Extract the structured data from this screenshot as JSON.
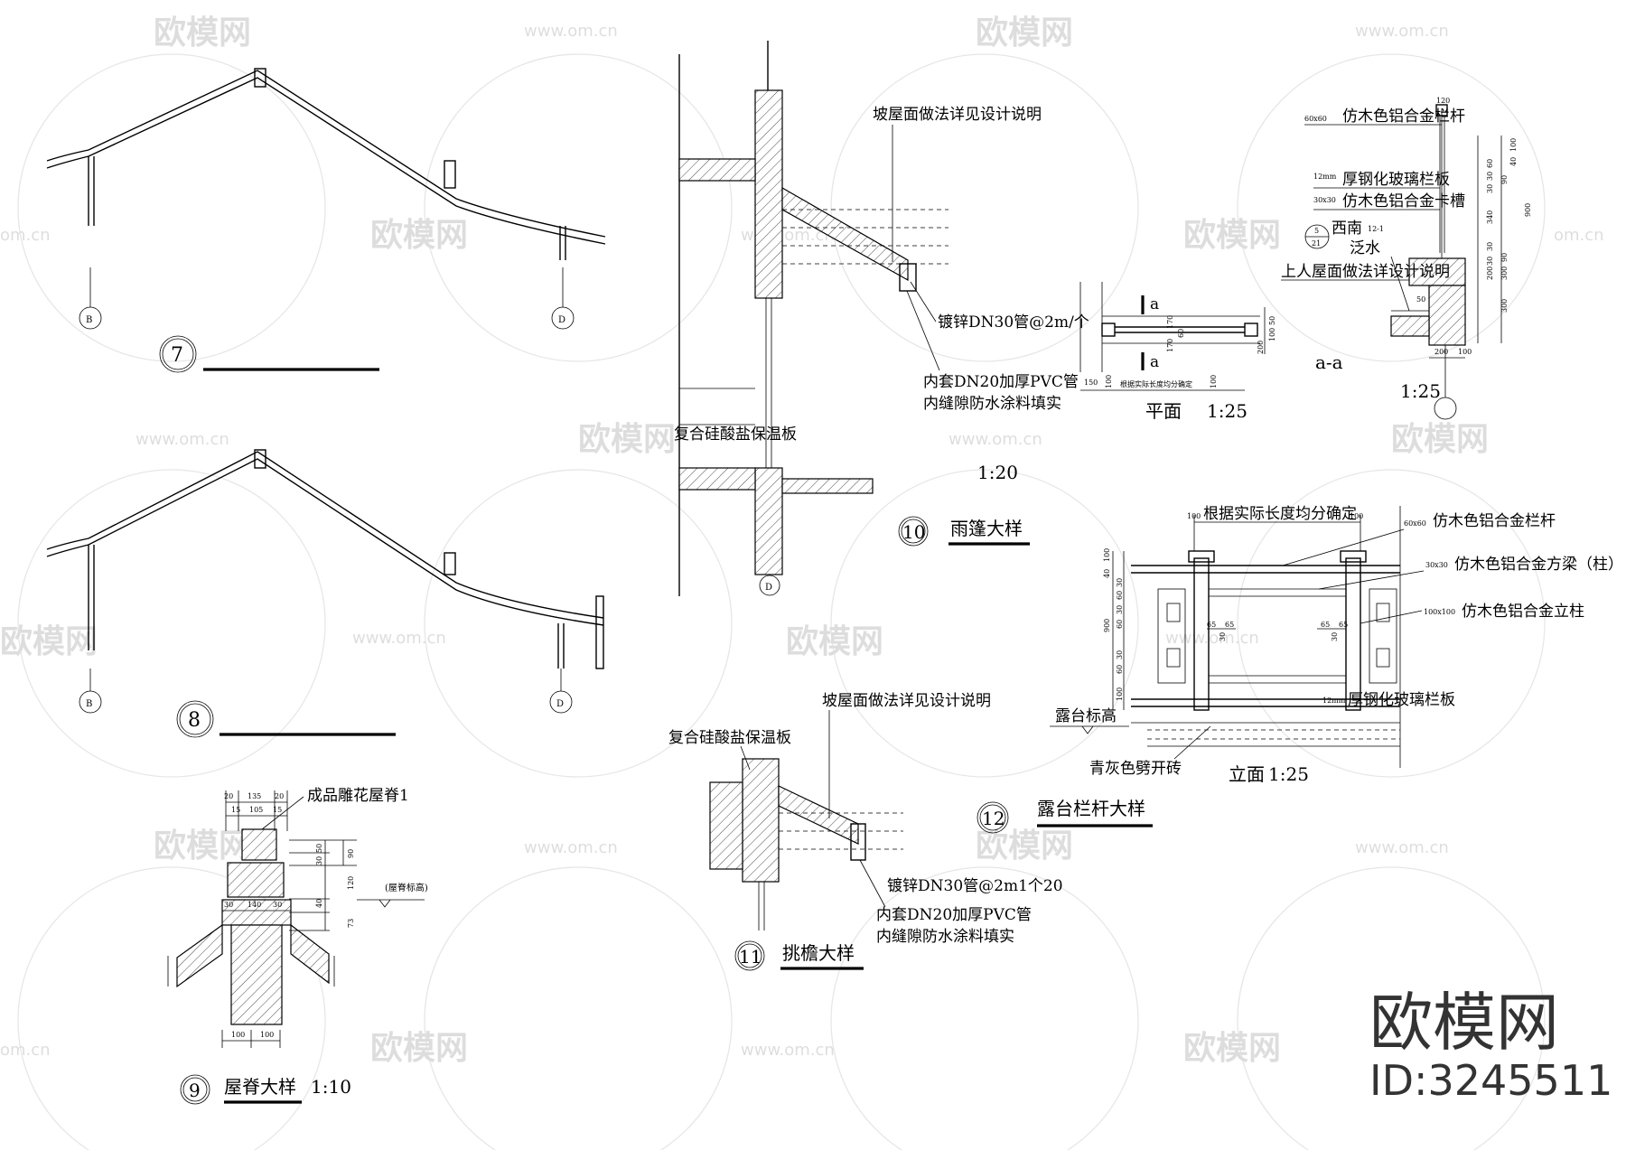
{
  "drawings": {
    "d7": {
      "number": "7",
      "axis_left": "B",
      "axis_right": "D"
    },
    "d8": {
      "number": "8",
      "axis_left": "B",
      "axis_right": "D"
    },
    "d9": {
      "number": "9",
      "title": "屋脊大样",
      "scale": "1:10",
      "labels": {
        "ridge": "成品雕花屋脊1",
        "elevation": "(屋脊标高)"
      },
      "dims_top": [
        "20",
        "135",
        "20",
        "15",
        "105",
        "15"
      ],
      "dims_right": [
        "50",
        "30",
        "90",
        "120",
        "73",
        "40"
      ],
      "dims_mid": [
        "30",
        "140",
        "30"
      ],
      "dims_bottom": [
        "100",
        "100"
      ]
    },
    "d10": {
      "number": "10",
      "title": "雨篷大样",
      "scale": "1:20",
      "axis": "D",
      "labels": {
        "roof": "坡屋面做法详见设计说明",
        "pipe": "镀锌DN30管@2m/个",
        "pvc1": "内套DN20加厚PVC管",
        "pvc2": "内缝隙防水涂料填实",
        "insul": "复合硅酸盐保温板"
      }
    },
    "d11": {
      "number": "11",
      "title": "挑檐大样",
      "labels": {
        "roof": "坡屋面做法详见设计说明",
        "insul": "复合硅酸盐保温板",
        "pipe": "镀锌DN30管@2m1个20",
        "pvc1": "内套DN20加厚PVC管",
        "pvc2": "内缝隙防水涂料填实"
      }
    },
    "d12": {
      "number": "12",
      "title": "露台栏杆大样",
      "plan": {
        "caption": "平面",
        "scale": "1:25",
        "section_mark": "a",
        "note": "根据实际长度均分确定",
        "dims_right": [
          "50",
          "100",
          "200"
        ],
        "dims_mid": [
          "170",
          "60",
          "170"
        ],
        "dims_bottom": [
          "150",
          "100",
          "100"
        ]
      },
      "section": {
        "caption": "a-a",
        "scale": "1:25",
        "labels": {
          "rail": "仿木色铝合金栏杆",
          "rail_size": "60x60",
          "glass": "厚钢化玻璃栏板",
          "glass_size": "12mm",
          "slot": "仿木色铝合金卡槽",
          "slot_size": "30x30",
          "ref_top": "西南",
          "ref_sub": "12-1",
          "ref_a": "5",
          "ref_b": "21",
          "flashing": "泛水",
          "roof": "上人屋面做法详设计说明",
          "top_dim": "120"
        },
        "dims_right": [
          "100",
          "40",
          "60",
          "30",
          "90",
          "30",
          "340",
          "30",
          "90",
          "30",
          "300",
          "200",
          "300"
        ],
        "dims_total": "900",
        "dims_bottom": [
          "200",
          "100"
        ],
        "dim_50": "50"
      },
      "elevation": {
        "caption": "立面",
        "scale": "1:25",
        "top_note": "根据实际长度均分确定",
        "top_dims": [
          "100",
          "100"
        ],
        "labels": {
          "rail": "仿木色铝合金栏杆",
          "rail_size": "60x60",
          "beam": "仿木色铝合金方梁（柱）",
          "beam_size": "30x30",
          "post": "仿木色铝合金立柱",
          "post_size": "100x100",
          "glass": "厚钢化玻璃栏板",
          "glass_size": "12mm",
          "terrace": "露台标高",
          "brick": "青灰色劈开砖"
        },
        "dims_left": [
          "100",
          "40",
          "30",
          "60",
          "30",
          "60",
          "900",
          "30",
          "60",
          "100"
        ],
        "dims_inner": [
          "65",
          "30",
          "65",
          "65",
          "30",
          "65"
        ]
      }
    }
  },
  "watermark": {
    "brand": "欧模网",
    "url": "www.om.cn",
    "url_short": "om.cn",
    "id": "ID:3245511"
  }
}
